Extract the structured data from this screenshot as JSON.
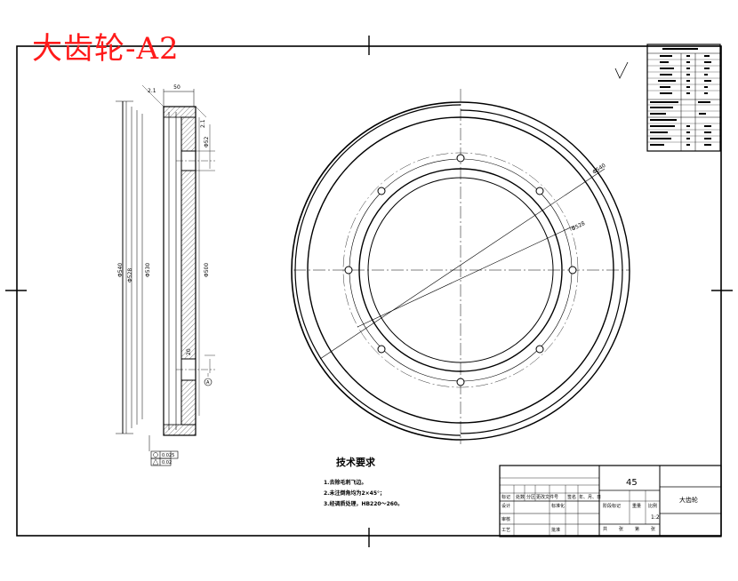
{
  "title": "大齿轮-A2",
  "technical_requirements": {
    "heading": "技术要求",
    "items": [
      "1.去除毛刺飞边。",
      "2.未注倒角均为2×45°；",
      "3.经调质处理，HB220～260。"
    ]
  },
  "title_block": {
    "material": "45",
    "part_name": "大齿轮",
    "scale": "1:2",
    "header_row": [
      "标记",
      "处数",
      "分区",
      "更改文件号",
      "签名",
      "年、月、日"
    ],
    "design_label": "设计",
    "design_std": "标准化",
    "stage_label": "阶段标记",
    "weight_label": "重量",
    "scale_label": "比例",
    "check_label": "审核",
    "process_label": "工艺",
    "approve_label": "批准",
    "sheet_row": [
      "共",
      "张",
      "第",
      "张"
    ]
  },
  "dimensions": {
    "width": "50",
    "od1": "Φ540",
    "od2": "Φ528",
    "bore": "Φ530",
    "inner": "Φ500",
    "keyway": "Φ52",
    "chamfer": "2.1",
    "slot": "20",
    "datum": "A",
    "runout_tol": "0.025",
    "gd_tol": "0.02"
  }
}
